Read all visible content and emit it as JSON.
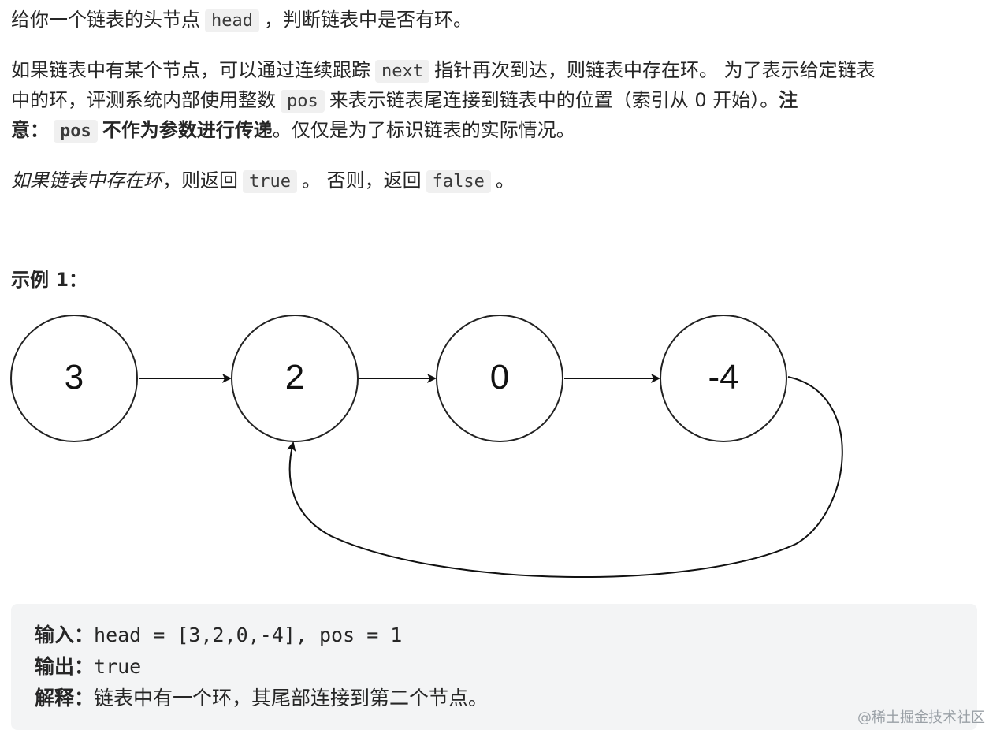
{
  "intro": {
    "p1": {
      "before": "给你一个链表的头节点",
      "code": "head",
      "after": "，判断链表中是否有环。"
    },
    "p2": {
      "line1_before": "如果链表中有某个节点，可以通过连续跟踪",
      "line1_code": "next",
      "line1_after": "指针再次到达，则链表中存在环。 为了表示给定链表",
      "line2_before": "中的环，评测系统内部使用整数",
      "line2_code": "pos",
      "line2_after": "来表示链表尾连接到链表中的位置（索引从 0 开始）。",
      "line2_bold": "注",
      "line3_bold_start": "意：",
      "line3_code": "pos",
      "line3_bold_after": "不作为参数进行传递",
      "line3_after": "。仅仅是为了标识链表的实际情况。"
    },
    "p3": {
      "italic": "如果链表中存在环",
      "mid1": "，则返回",
      "code_true": "true",
      "mid2": "。 否则，返回",
      "code_false": "false",
      "end": "。"
    }
  },
  "example": {
    "heading": "示例 1：",
    "nodes": [
      "3",
      "2",
      "0",
      "-4"
    ],
    "input_label": "输入：",
    "input_value": "head = [3,2,0,-4], pos = 1",
    "output_label": "输出：",
    "output_value": "true",
    "explain_label": "解释：",
    "explain_value": "链表中有一个环，其尾部连接到第二个节点。"
  },
  "watermark": "@稀土掘金技术社区"
}
